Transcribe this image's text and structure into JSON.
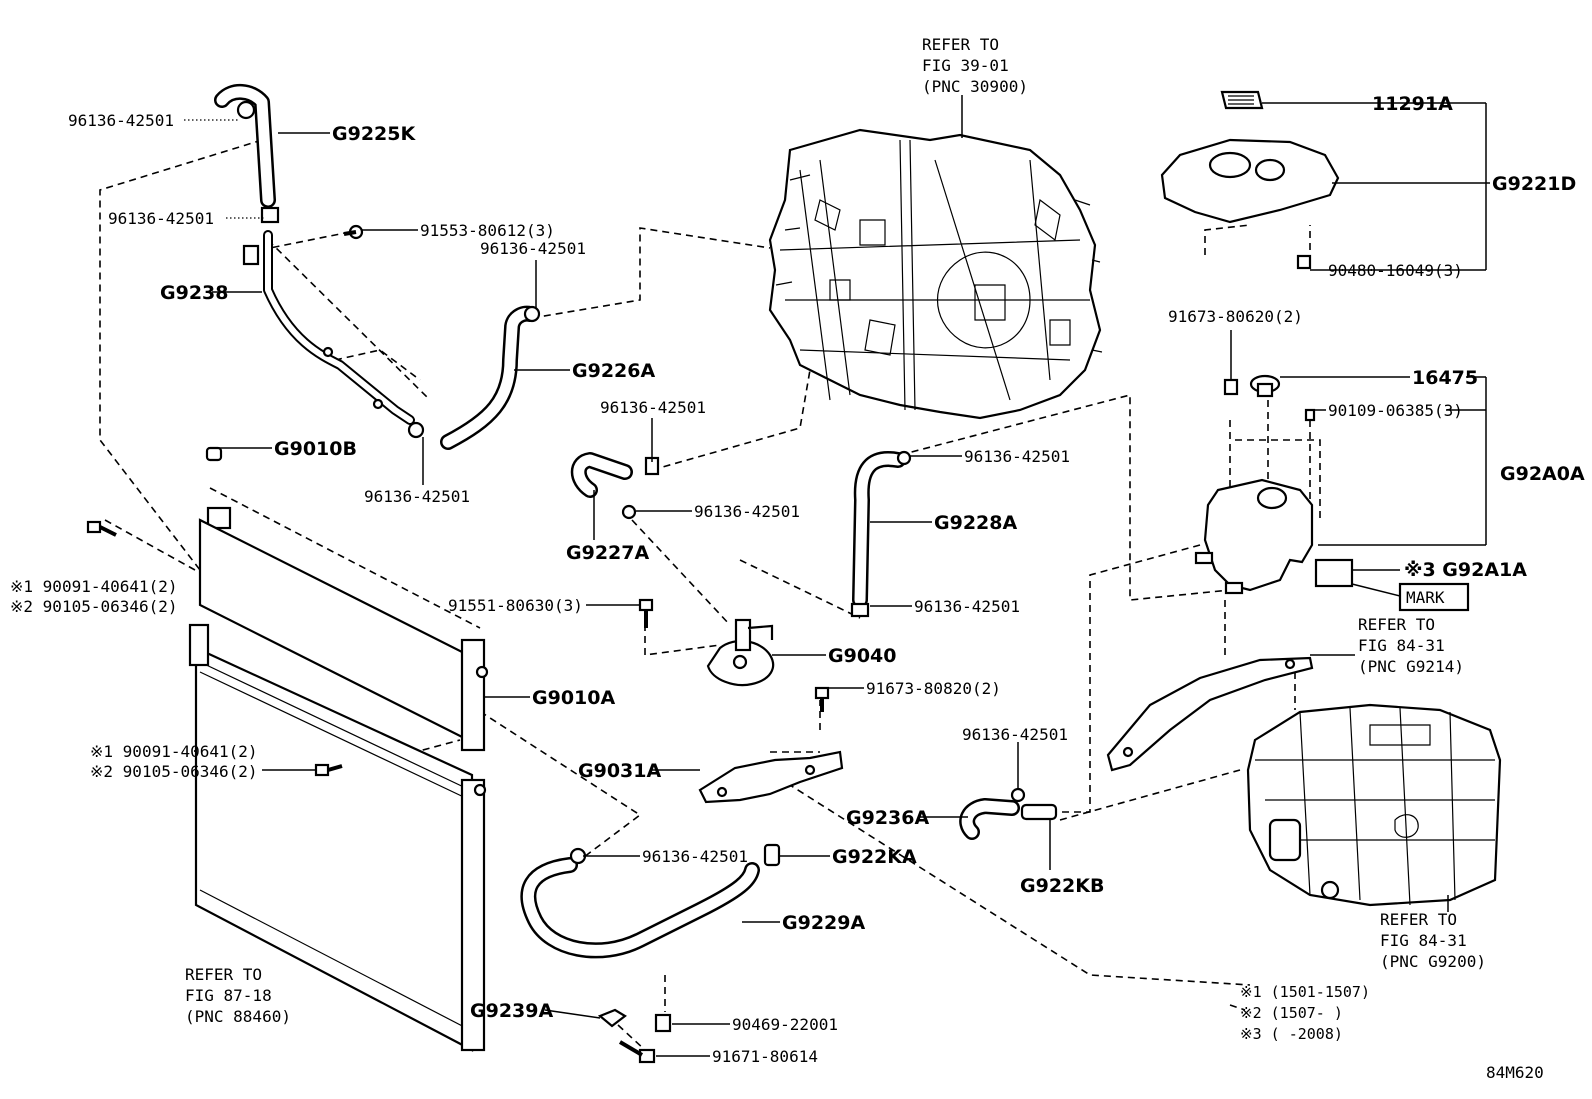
{
  "refs": {
    "transaxle": [
      "REFER TO",
      "FIG 39-01",
      "(PNC 30900)"
    ],
    "radiator": [
      "REFER TO",
      "FIG 87-18",
      "(PNC 88460)"
    ],
    "bracket": [
      "REFER TO",
      "FIG 84-31",
      "(PNC G9214)"
    ],
    "inverter": [
      "REFER TO",
      "FIG 84-31",
      "(PNC G9200)"
    ]
  },
  "labels": {
    "l96136_a": "96136-42501",
    "g9225k": "G9225K",
    "l96136_b": "96136-42501",
    "l91553": "91553-80612(3)",
    "l96136_c": "96136-42501",
    "g9238": "G9238",
    "g9226a": "G9226A",
    "l96136_d": "96136-42501",
    "g9010b": "G9010B",
    "l96136_e": "96136-42501",
    "g9227a": "G9227A",
    "l96136_f": "96136-42501",
    "l96136_g": "96136-42501",
    "g9228a": "G9228A",
    "l96136_h": "96136-42501",
    "m1_a": "※1 90091-40641(2)",
    "m2_a": "※2 90105-06346(2)",
    "l91551": "91551-80630(3)",
    "g9040": "G9040",
    "g9010a": "G9010A",
    "l91673_a": "91673-80820(2)",
    "m1_b": "※1 90091-40641(2)",
    "m2_b": "※2 90105-06346(2)",
    "g9031a": "G9031A",
    "l96136_i": "96136-42501",
    "g9236a": "G9236A",
    "l96136_j": "96136-42501",
    "g922ka": "G922KA",
    "g922kb": "G922KB",
    "g9229a": "G9229A",
    "g9239a": "G9239A",
    "l90469": "90469-22001",
    "l91671": "91671-80614",
    "l11291a": "11291A",
    "g9221d": "G9221D",
    "l90480": "90480-16049(3)",
    "l91673_b": "91673-80620(2)",
    "l16475": "16475",
    "l90109": "90109-06385(3)",
    "g92a0a": "G92A0A",
    "g92a1a": "※3 G92A1A",
    "mark": "MARK"
  },
  "notes": [
    "※1 (1501-1507)",
    "※2 (1507-      )",
    "※3 (      -2008)"
  ],
  "code": "84M620"
}
